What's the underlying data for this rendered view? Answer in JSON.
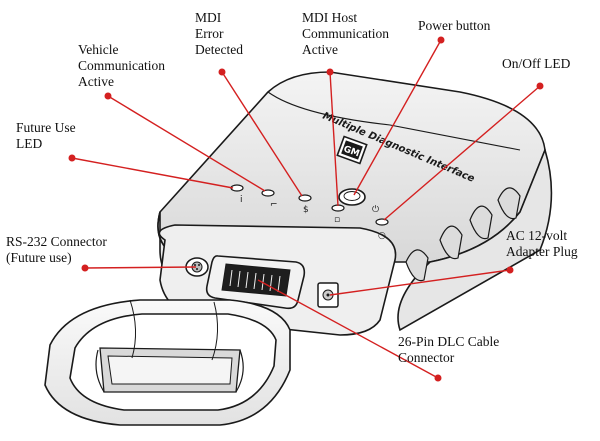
{
  "device": {
    "face_text": "Multiple Diagnostic Interface",
    "logo_text": "GM"
  },
  "callouts": {
    "vehicle_comm": "Vehicle\nCommunication\nActive",
    "mdi_error": "MDI\nError\nDetected",
    "mdi_host": "MDI Host\nCommunication\nActive",
    "power_button": "Power button",
    "onoff_led": "On/Off LED",
    "future_led": "Future Use\nLED",
    "rs232": "RS-232 Connector\n(Future use)",
    "ac_plug": "AC 12-volt\nAdapter Plug",
    "dlc": "26-Pin DLC Cable\nConnector"
  },
  "colors": {
    "leader_line": "#d42020",
    "outline": "#1a1a1a",
    "text": "#111111"
  }
}
